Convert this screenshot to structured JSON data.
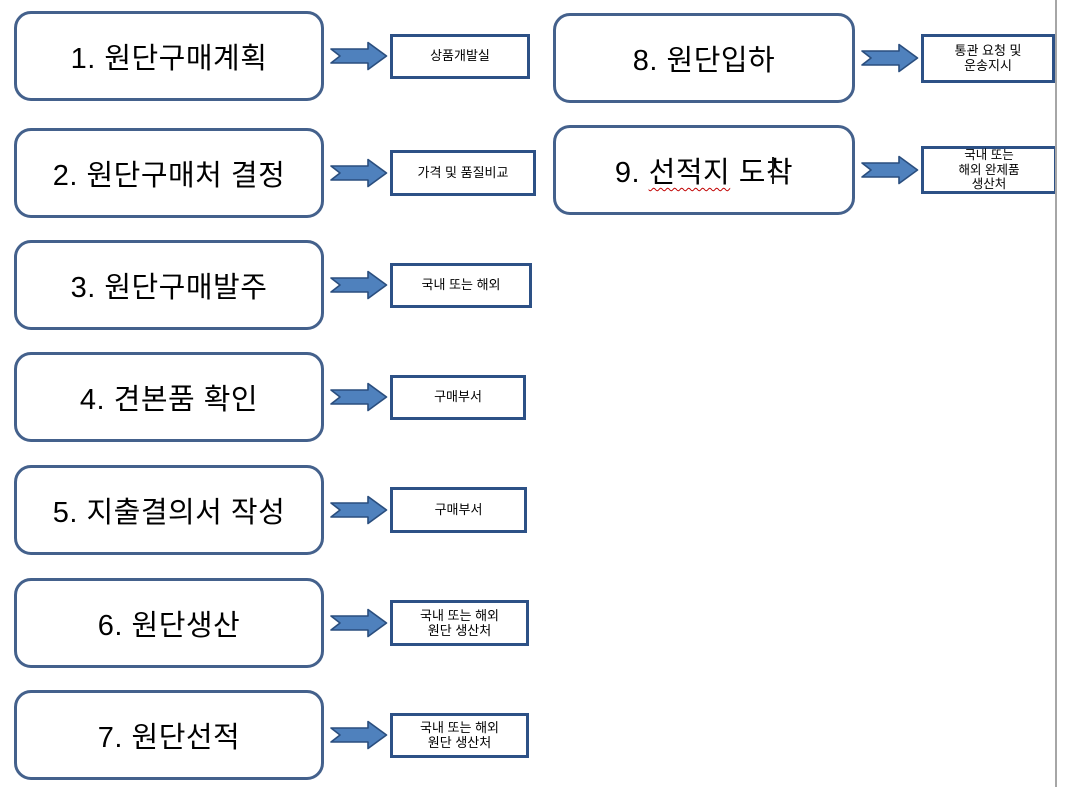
{
  "diagram": {
    "type": "flowchart",
    "description": "Korean fabric purchasing process flow, steps 1-9, each step box pointing via a notched block arrow to a responsible-party box",
    "steps": [
      {
        "id": "1",
        "label": "1. 원단구매계획",
        "note": "상품개발실"
      },
      {
        "id": "2",
        "label": "2. 원단구매처 결정",
        "note": "가격 및 품질비교"
      },
      {
        "id": "3",
        "label": "3. 원단구매발주",
        "note": "국내 또는 해외"
      },
      {
        "id": "4",
        "label": "4. 견본품 확인",
        "note": "구매부서"
      },
      {
        "id": "5",
        "label": "5. 지출결의서 작성",
        "note": "구매부서"
      },
      {
        "id": "6",
        "label": "6. 원단생산",
        "note": "국내 또는 해외\n원단 생산처"
      },
      {
        "id": "7",
        "label": "7. 원단선적",
        "note": "국내 또는 해외\n원단 생산처"
      },
      {
        "id": "8",
        "label": "8. 원단입하",
        "note": "통관 요청 및\n운송지시"
      },
      {
        "id": "9",
        "label_prefix": "9. ",
        "label_misspelled": "선적지",
        "label_suffix": " 도착",
        "note": "국내 또는\n해외 완제품\n생산처"
      }
    ]
  },
  "colors": {
    "big_box_border": "#44618C",
    "small_box_border": "#2D5186",
    "arrow_fill": "#4F81BD",
    "arrow_stroke": "#2A4E7E",
    "misspell_underline": "#C00000",
    "page_edge_line": "#A6A6A6",
    "text": "#000000"
  }
}
